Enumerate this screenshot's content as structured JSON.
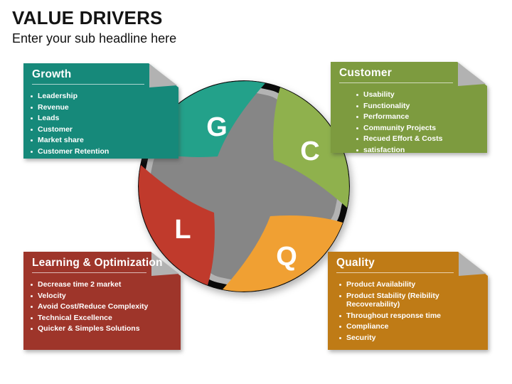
{
  "slide": {
    "title": "VALUE DRIVERS",
    "subtitle": "Enter your sub headline here"
  },
  "boxes": [
    {
      "id": "growth",
      "title": "Growth",
      "letter": "G",
      "color": "#16897a",
      "items": [
        "Leadership",
        "Revenue",
        "Leads",
        "Customer",
        "Market share",
        "Customer Retention"
      ]
    },
    {
      "id": "customer",
      "title": "Customer",
      "letter": "C",
      "color": "#7d9b3f",
      "items": [
        "Usability",
        "Functionality",
        "Performance",
        "Community Projects",
        "Recued Effort & Costs",
        "satisfaction"
      ]
    },
    {
      "id": "learning",
      "title": "Learning & Optimization",
      "letter": "L",
      "color": "#9e352a",
      "items": [
        "Decrease time 2 market",
        "Velocity",
        "Avoid Cost/Reduce Complexity",
        "Technical Excellence",
        "Quicker & Simples Solutions"
      ]
    },
    {
      "id": "quality",
      "title": "Quality",
      "letter": "Q",
      "color": "#bf7b16",
      "items": [
        "Product Availability",
        "Product Stability (Reibility Recoverability)",
        "Throughout response time",
        "Compliance",
        "Security"
      ]
    }
  ],
  "colors": {
    "growth_box": "#16897a",
    "customer_box": "#7d9b3f",
    "learning_box": "#9e352a",
    "quality_box": "#bf7b16",
    "petal_teal": "#23a18a",
    "petal_green": "#8fb14d",
    "petal_red": "#c03a2c",
    "petal_orange": "#f0a033",
    "cross": "#868686",
    "cross_rim": "#b3b3b3",
    "sphere_core": "#0a0a0a",
    "fold": "#b2b2b2"
  }
}
